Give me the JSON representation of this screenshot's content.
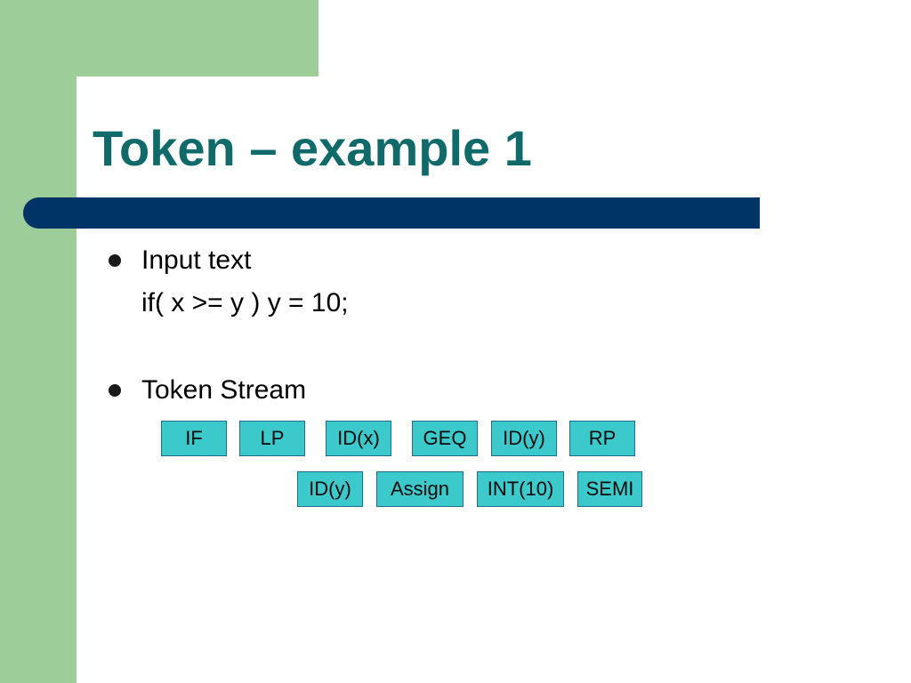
{
  "slide": {
    "title": "Token – example 1",
    "bullets": [
      {
        "label": "Input text",
        "code": "if( x >= y ) y = 10;"
      },
      {
        "label": "Token Stream"
      }
    ]
  },
  "tokens": {
    "row1": [
      "IF",
      "LP",
      "ID(x)",
      "GEQ",
      "ID(y)",
      "RP"
    ],
    "row2": [
      "ID(y)",
      "Assign",
      "INT(10)",
      "SEMI"
    ]
  },
  "colors": {
    "title": "#0f6a69",
    "accent_green": "#9dcd98",
    "bar": "#003366",
    "token_fill": "#3cc9cc",
    "token_border": "#1d6e8a"
  }
}
